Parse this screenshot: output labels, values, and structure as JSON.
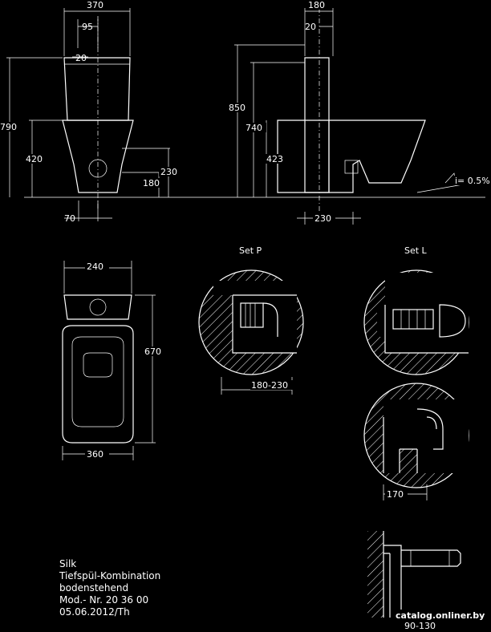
{
  "dimensions": {
    "front_width": "370",
    "front_inner": "95",
    "front_small": "20",
    "total_height": "790",
    "seat_height": "420",
    "outlet_height": "230",
    "outlet_low": "180",
    "front_bottom": "70",
    "side_width": "180",
    "side_small": "20",
    "side_total": "850",
    "side_tank": "740",
    "side_seat": "423",
    "side_bottom": "230",
    "slope": "i= 0.5%",
    "top_width": "240",
    "top_depth": "670",
    "top_bowl": "360",
    "setp_range": "180-230",
    "setl_depth": "170",
    "connector_range": "90-130"
  },
  "labels": {
    "set_p": "Set P",
    "set_l": "Set L"
  },
  "info": {
    "line1": "Silk",
    "line2": "Tiefspül-Kombination",
    "line3": "bodenstehend",
    "line4": "Mod.- Nr. 20 36 00",
    "line5": "05.06.2012/Th"
  },
  "watermark": "catalog.onliner.by"
}
